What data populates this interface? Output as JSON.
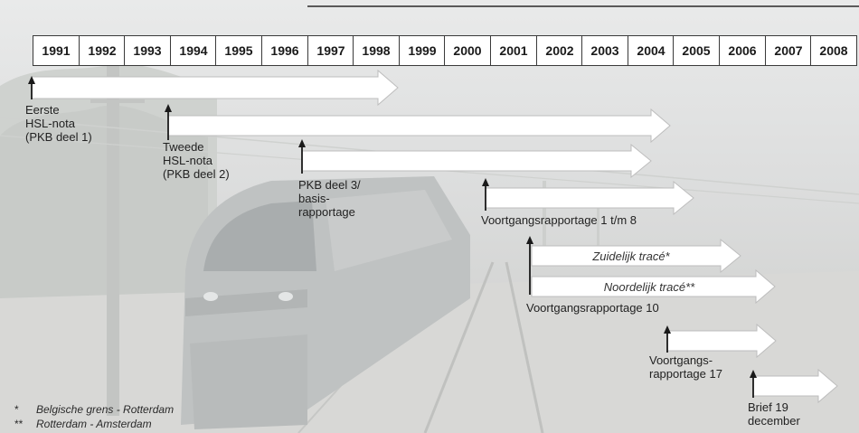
{
  "timeline": {
    "years": [
      "1991",
      "1992",
      "1993",
      "1994",
      "1995",
      "1996",
      "1997",
      "1998",
      "1999",
      "2000",
      "2001",
      "2002",
      "2003",
      "2004",
      "2005",
      "2006",
      "2007",
      "2008"
    ]
  },
  "labels": {
    "eerste": [
      "Eerste",
      "HSL-nota",
      "(PKB deel 1)"
    ],
    "tweede": [
      "Tweede",
      "HSL-nota",
      "(PKB deel 2)"
    ],
    "pkb3": [
      "PKB deel 3/",
      "basis-",
      "rapportage"
    ],
    "vgr1_8": [
      "Voortgangsrapportage 1 t/m 8"
    ],
    "vgr10": [
      "Voortgangsrapportage 10"
    ],
    "vgr17": [
      "Voortgangs-",
      "rapportage 17"
    ],
    "brief": [
      "Brief 19",
      "december"
    ]
  },
  "arrow_texts": {
    "zuidelijk": "Zuidelijk tracé*",
    "noordelijk": "Noordelijk tracé**"
  },
  "footnotes": [
    {
      "mark": "*",
      "text": "Belgische grens - Rotterdam"
    },
    {
      "mark": "**",
      "text": "Rotterdam - Amsterdam"
    }
  ],
  "colors": {
    "arrow_fill": "#ffffff",
    "arrow_edge": "#bdbdbd",
    "marker": "#1a1a1a",
    "year_border": "#3a3a3a"
  }
}
